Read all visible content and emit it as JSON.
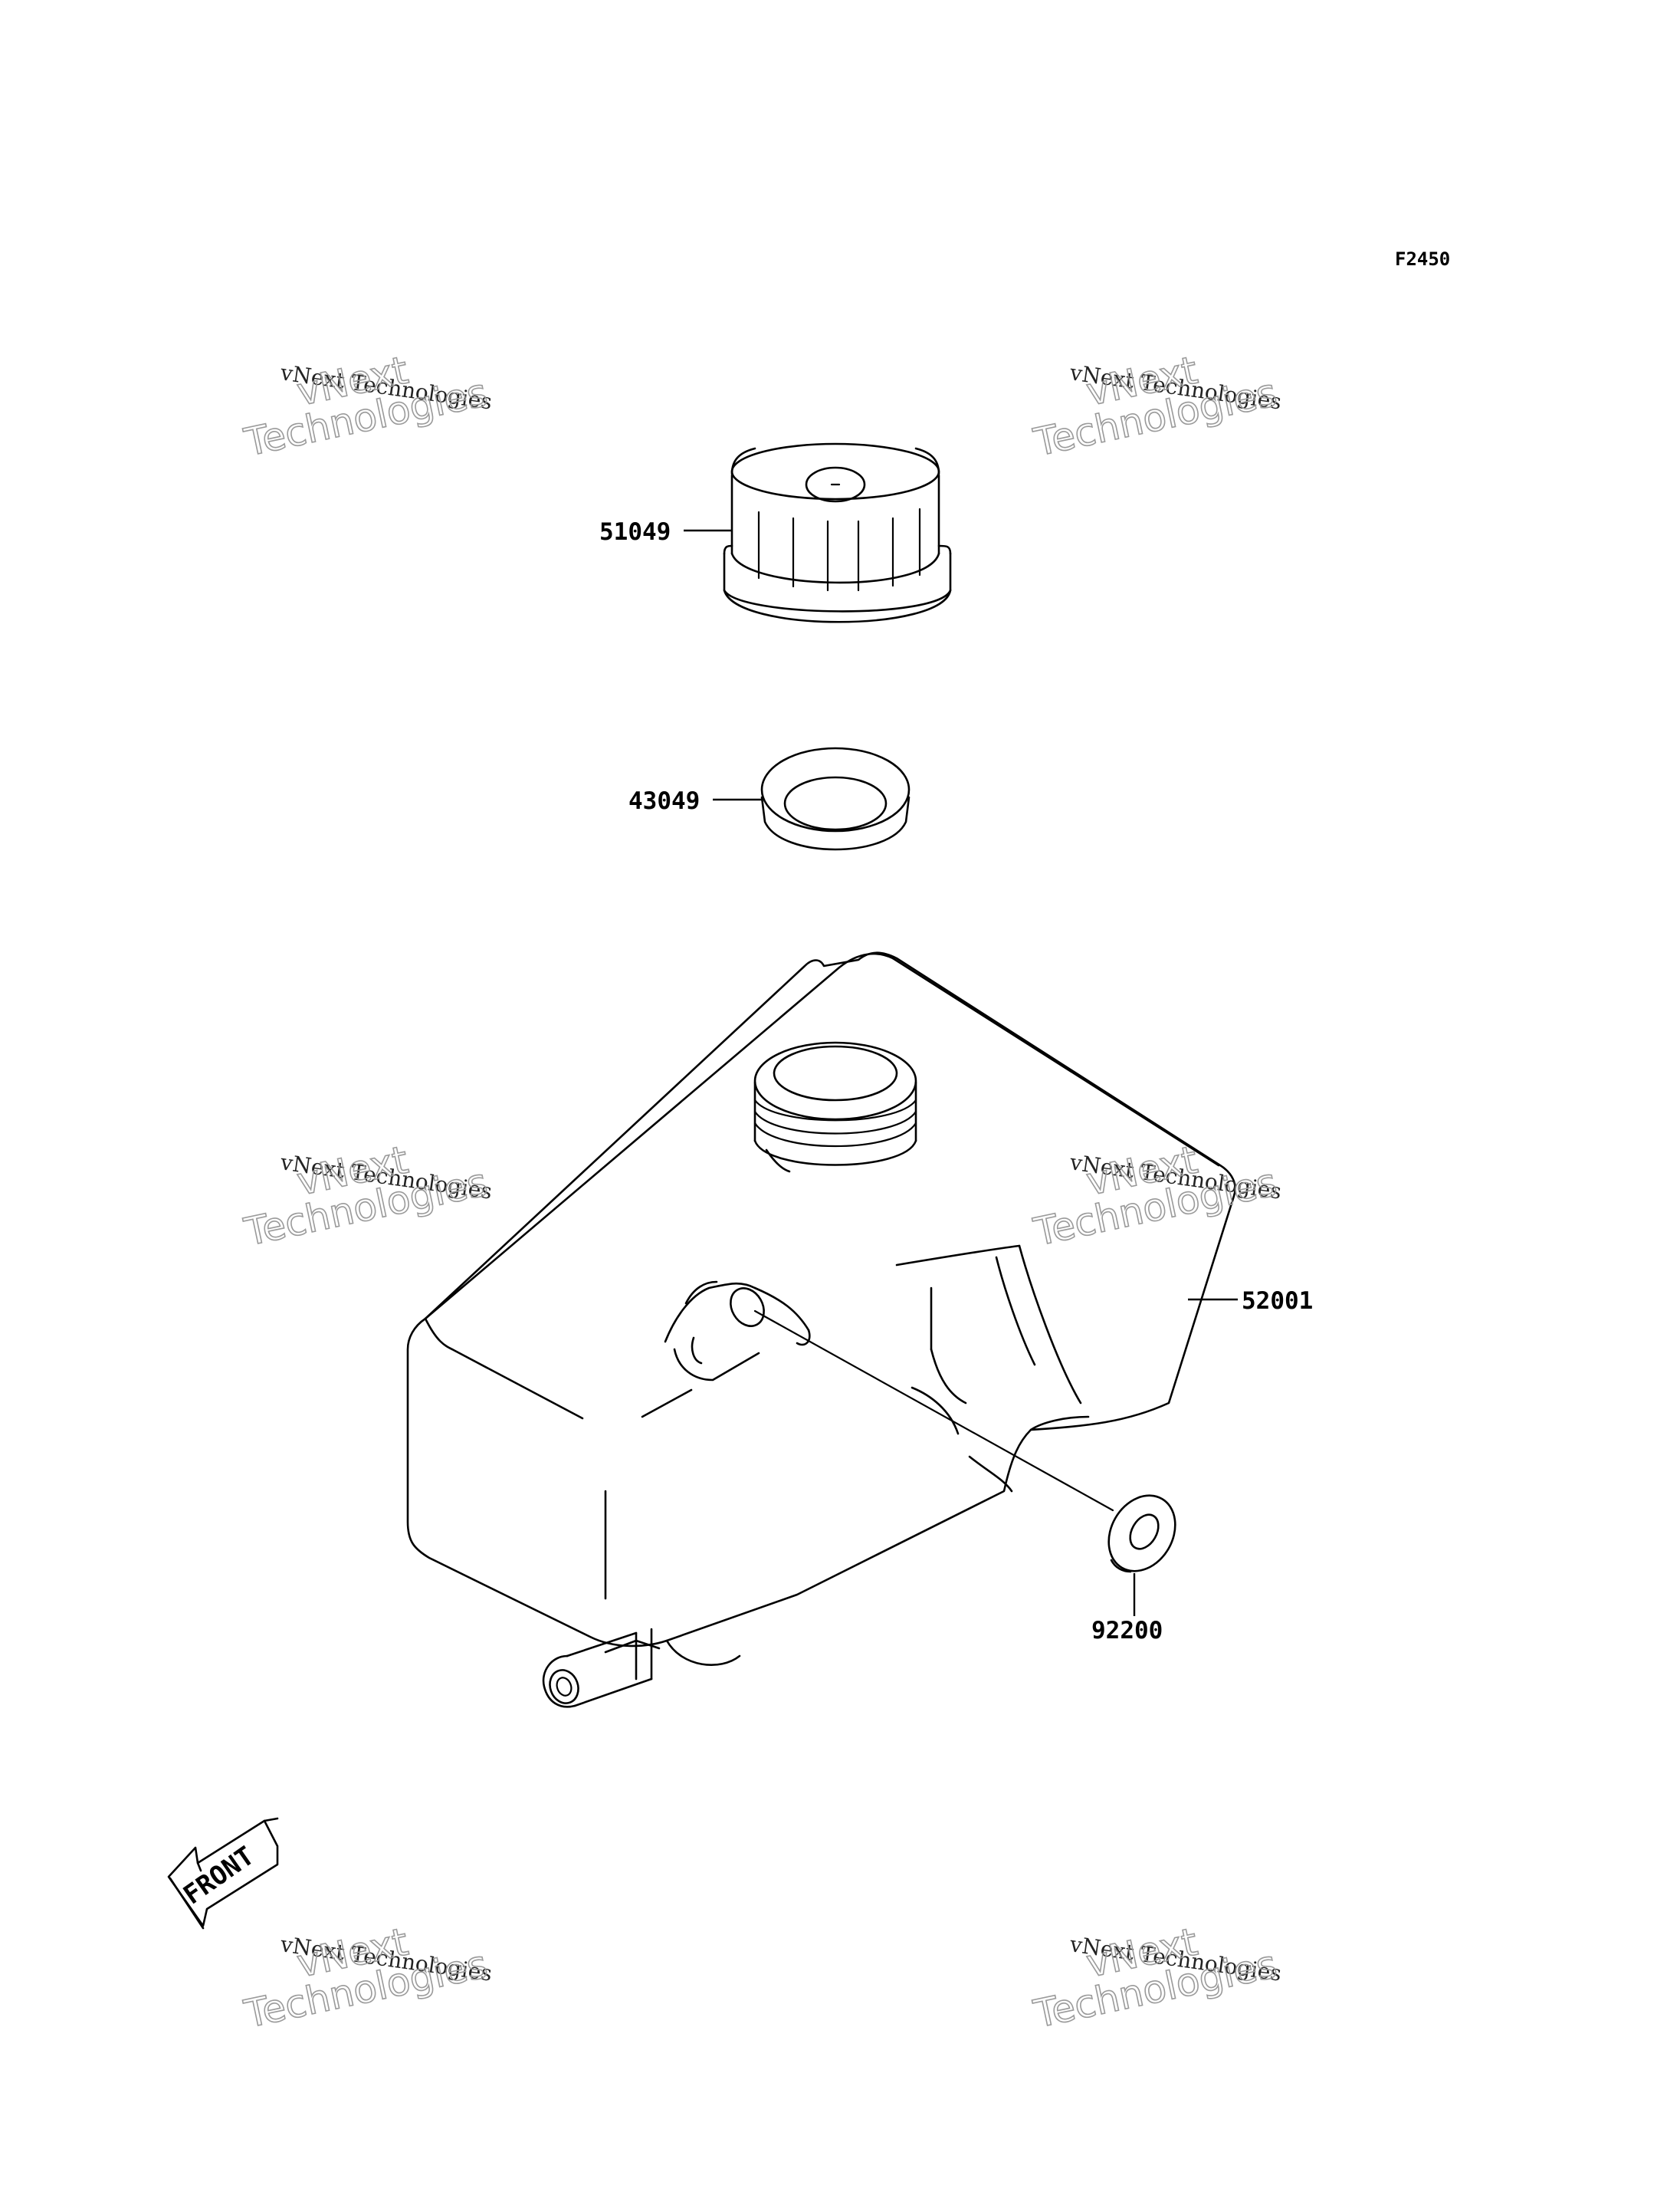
{
  "figure_code": "F2450",
  "parts": {
    "cap": "51049",
    "gasket": "43049",
    "tank": "52001",
    "washer": "92200"
  },
  "front_label": "FRONT",
  "watermark": {
    "line1": "vNext Technologies",
    "outline_top": "vNext",
    "outline_bottom": "Technologies"
  }
}
